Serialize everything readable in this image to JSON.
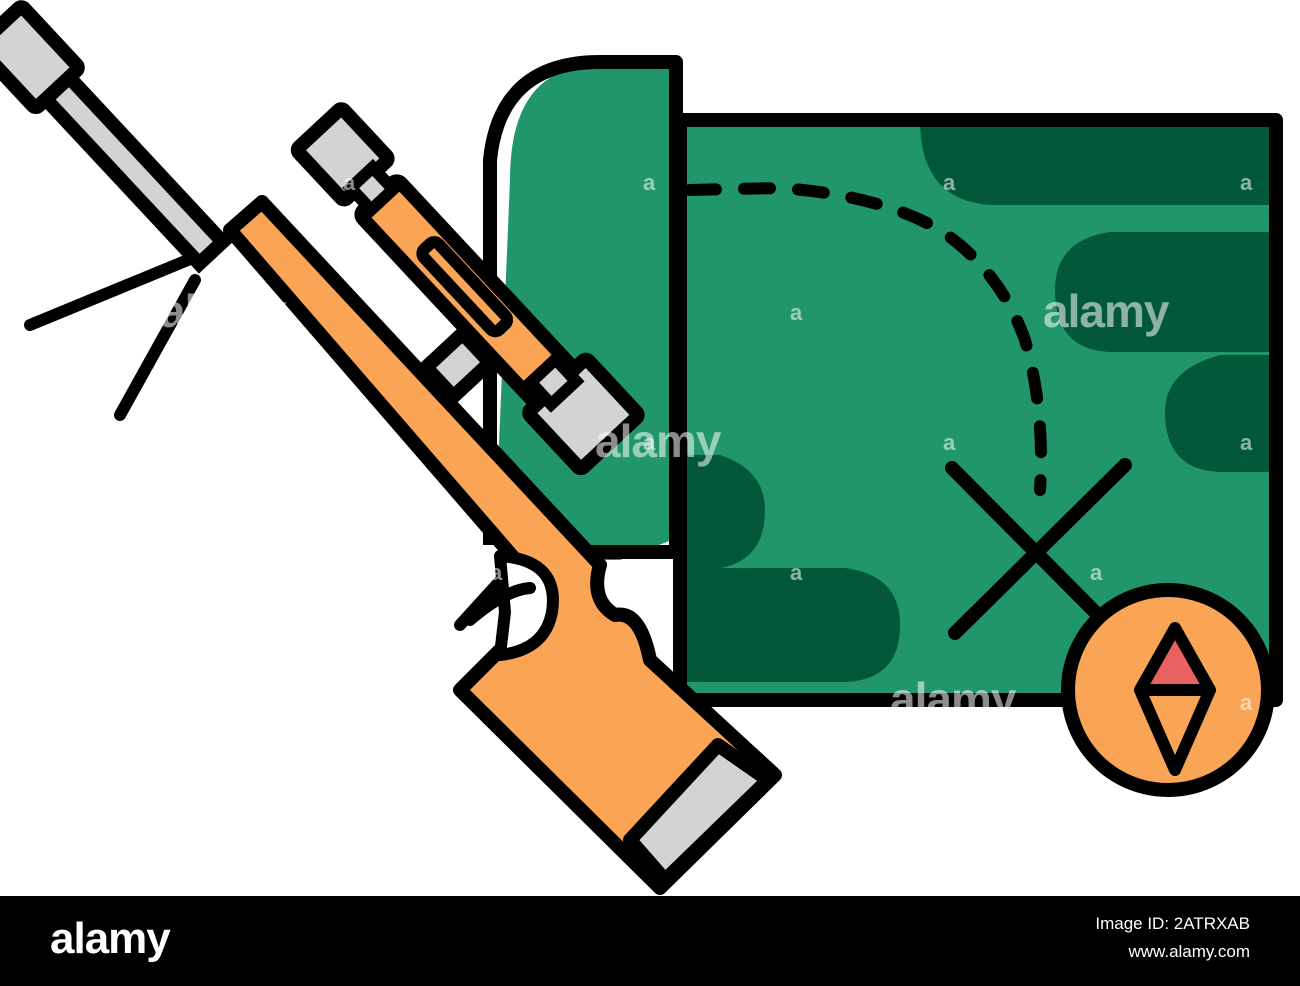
{
  "colors": {
    "outline": "#000000",
    "map_green": "#21966a",
    "map_dark_green": "#03583a",
    "wood_orange": "#f9a555",
    "metal_gray": "#d3d3d3",
    "compass_red": "#e96060",
    "footer_bg": "#000000"
  },
  "icons": [
    "rifle-icon",
    "treasure-map-icon",
    "compass-icon"
  ],
  "watermarks": {
    "letter": "a",
    "word": "alamy"
  },
  "footer": {
    "logo": "alamy",
    "image_id_label": "Image ID: 2ATRXAB",
    "url": "www.alamy.com"
  }
}
